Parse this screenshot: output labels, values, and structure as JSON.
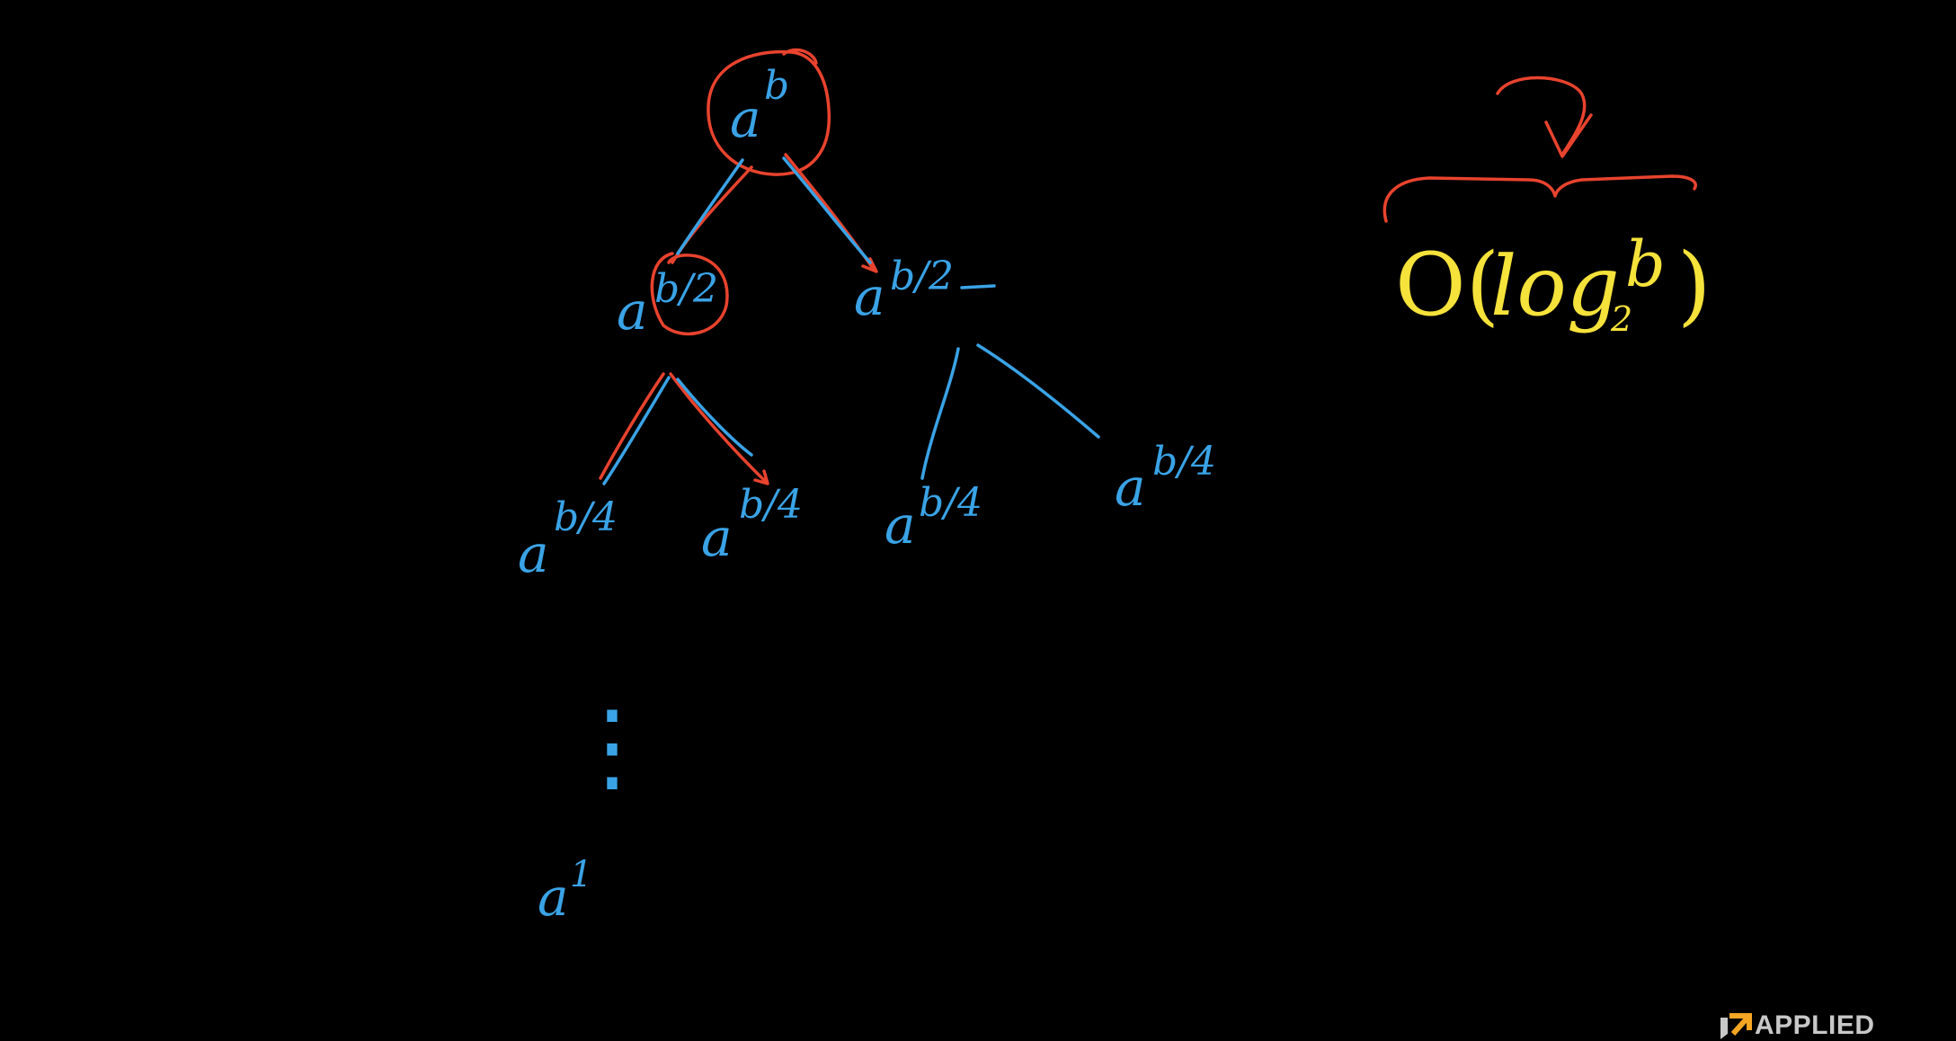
{
  "colors": {
    "background": "#000000",
    "tree_ink": "#3aa3e6",
    "highlight_ink": "#e8432e",
    "complexity_ink": "#f5e23a",
    "logo_text": "#c8c8c8",
    "logo_mark": "#f5a623"
  },
  "tree": {
    "root": {
      "base": "a",
      "exponent": "b"
    },
    "level1": [
      {
        "base": "a",
        "exponent": "b/2"
      },
      {
        "base": "a",
        "exponent": "b/2"
      }
    ],
    "level2": [
      {
        "base": "a",
        "exponent": "b/4"
      },
      {
        "base": "a",
        "exponent": "b/4"
      },
      {
        "base": "a",
        "exponent": "b/4"
      },
      {
        "base": "a",
        "exponent": "b/4"
      }
    ],
    "ellipsis": "⋮",
    "leaf": {
      "base": "a",
      "exponent": "1"
    }
  },
  "complexity": {
    "prefix": "O(",
    "log": "log",
    "log_base": "2",
    "argument": "b",
    "suffix": ")"
  },
  "logo": {
    "text": "APPLIED",
    "mark_icon": "arrow-corner-icon"
  }
}
